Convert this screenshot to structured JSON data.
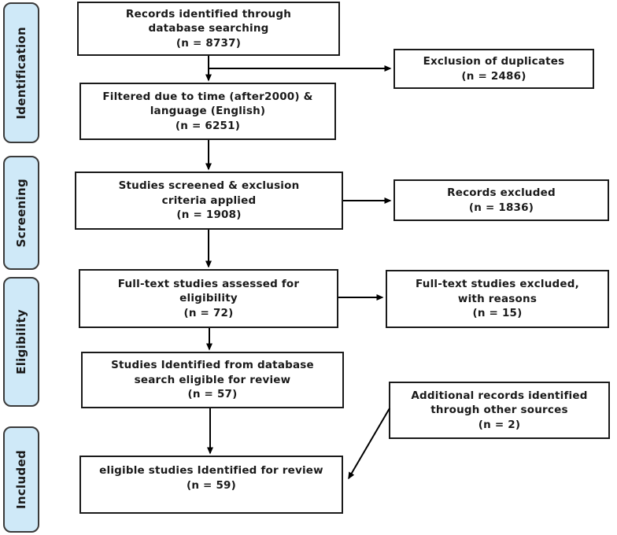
{
  "colors": {
    "stage_fill": "#cfe9f8",
    "stage_border": "#3a3a3a",
    "box_border": "#1a1a1a",
    "arrow": "#000000",
    "background": "#ffffff"
  },
  "stages": [
    {
      "label": "Identification"
    },
    {
      "label": "Screening"
    },
    {
      "label": "Eligibility"
    },
    {
      "label": "Included"
    }
  ],
  "boxes": {
    "records_identified": {
      "lines": [
        "Records identified through",
        "database searching",
        "(n = 8737)"
      ]
    },
    "duplicates_excluded": {
      "lines": [
        "Exclusion of duplicates",
        "(n = 2486)"
      ]
    },
    "filtered": {
      "lines": [
        "Filtered due to time (after2000) &",
        "language (English)",
        "(n = 6251)"
      ]
    },
    "screened": {
      "lines": [
        "Studies screened & exclusion",
        "criteria applied",
        "(n = 1908)"
      ]
    },
    "records_excluded": {
      "lines": [
        "Records excluded",
        "(n = 1836)"
      ]
    },
    "fulltext_assessed": {
      "lines": [
        "Full-text studies assessed for",
        "eligibility",
        "(n = 72)"
      ]
    },
    "fulltext_excluded": {
      "lines": [
        "Full-text studies excluded,",
        "with reasons",
        "(n = 15)"
      ]
    },
    "database_eligible": {
      "lines": [
        "Studies Identified from database",
        "search eligible for review",
        "(n = 57)"
      ]
    },
    "additional_records": {
      "lines": [
        "Additional records identified",
        "through other sources",
        "(n = 2)"
      ]
    },
    "included_studies": {
      "lines": [
        "eligible studies Identified for review",
        "(n = 59)"
      ]
    }
  }
}
